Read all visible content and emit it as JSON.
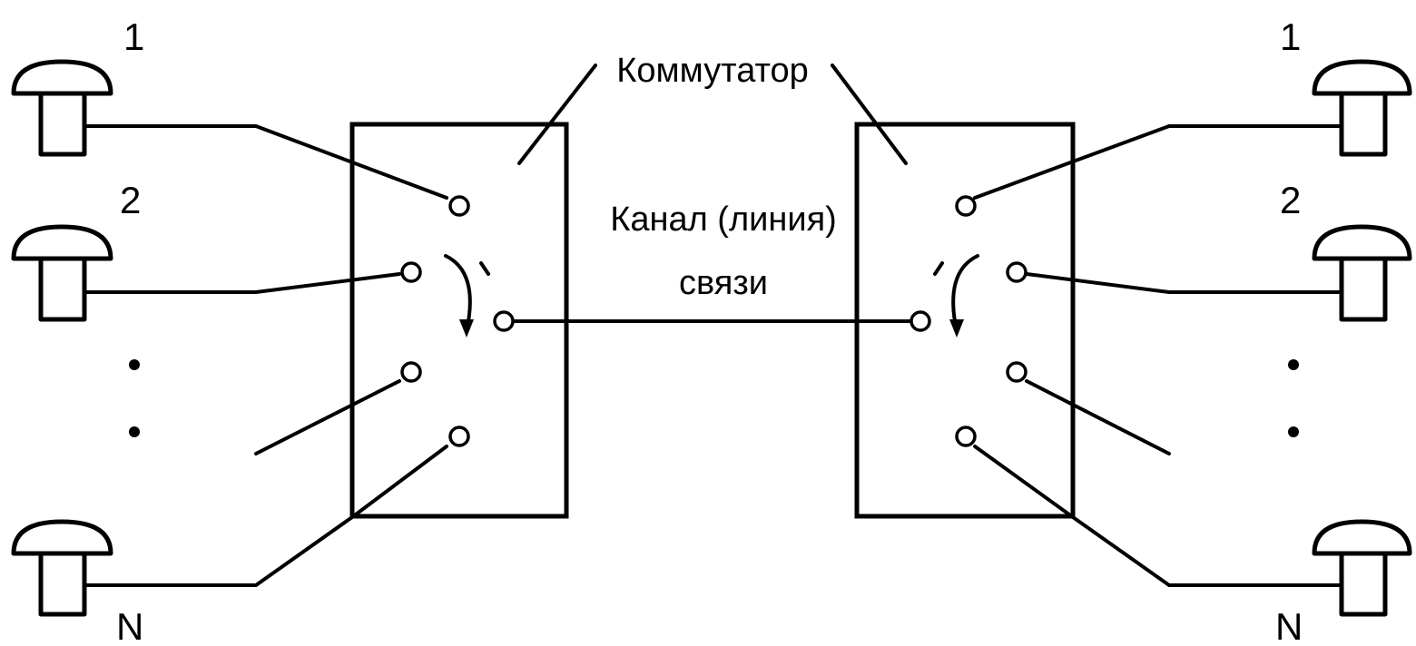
{
  "labels": {
    "left_phone_1": "1",
    "left_phone_2": "2",
    "left_phone_n": "N",
    "right_phone_1": "1",
    "right_phone_2": "2",
    "right_phone_n": "N",
    "switch_label": "Коммутатор",
    "channel_line1": "Канал (линия)",
    "channel_line2": "связи"
  }
}
